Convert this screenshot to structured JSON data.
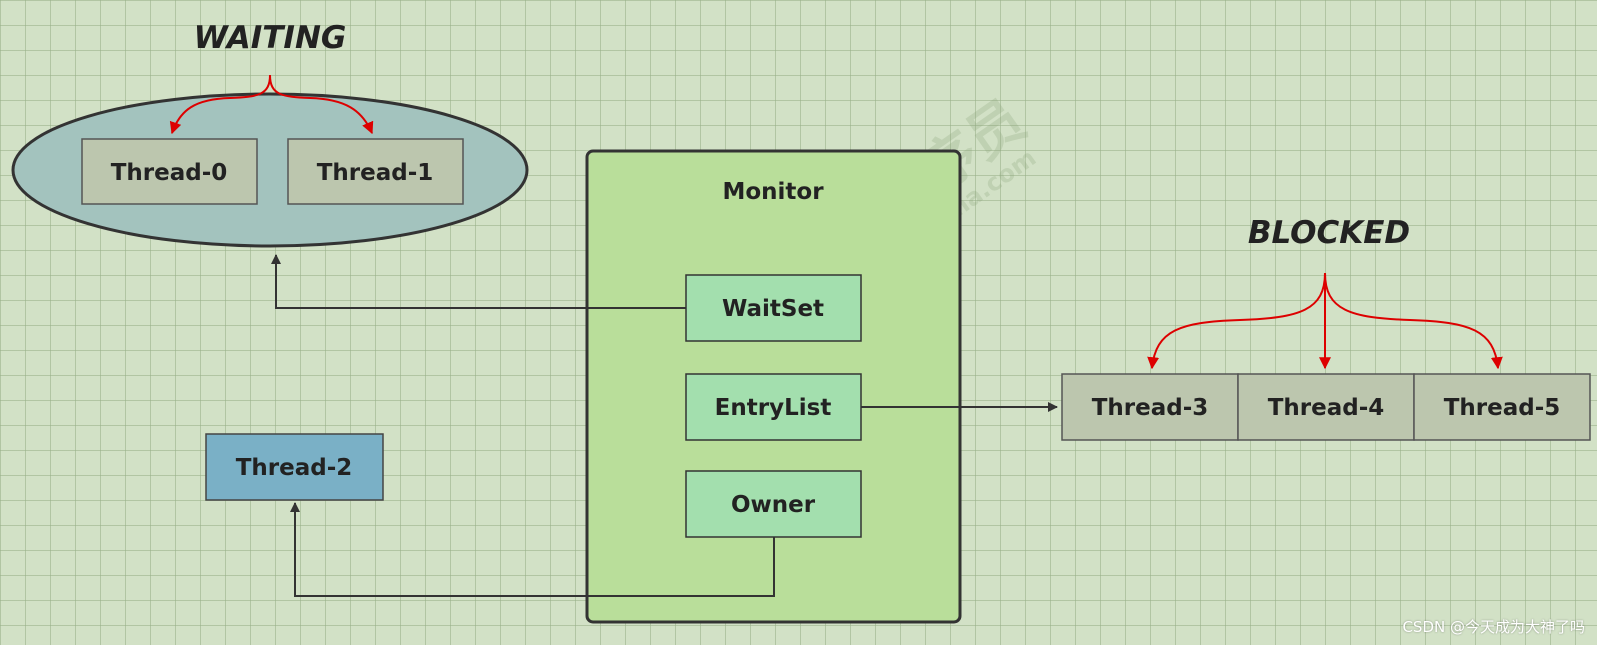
{
  "states": {
    "waiting": "WAITING",
    "blocked": "BLOCKED"
  },
  "monitor": {
    "title": "Monitor",
    "wait_set": "WaitSet",
    "entry_list": "EntryList",
    "owner": "Owner"
  },
  "threads": {
    "t0": "Thread-0",
    "t1": "Thread-1",
    "t2": "Thread-2",
    "t3": "Thread-3",
    "t4": "Thread-4",
    "t5": "Thread-5"
  },
  "watermark": {
    "brand": "黑马程序员",
    "url": "www.itheima.com"
  },
  "credit": "CSDN @今天成为大神了吗",
  "colors": {
    "background": "#d2e1c6",
    "waiting_ellipse": "#a3c3be",
    "thread_box": "#bcc6ae",
    "thread_owner_box": "#7ab0c6",
    "monitor_fill": "#b9de9a",
    "monitor_item": "#a3dfae",
    "red_arrow": "#dd0000"
  }
}
